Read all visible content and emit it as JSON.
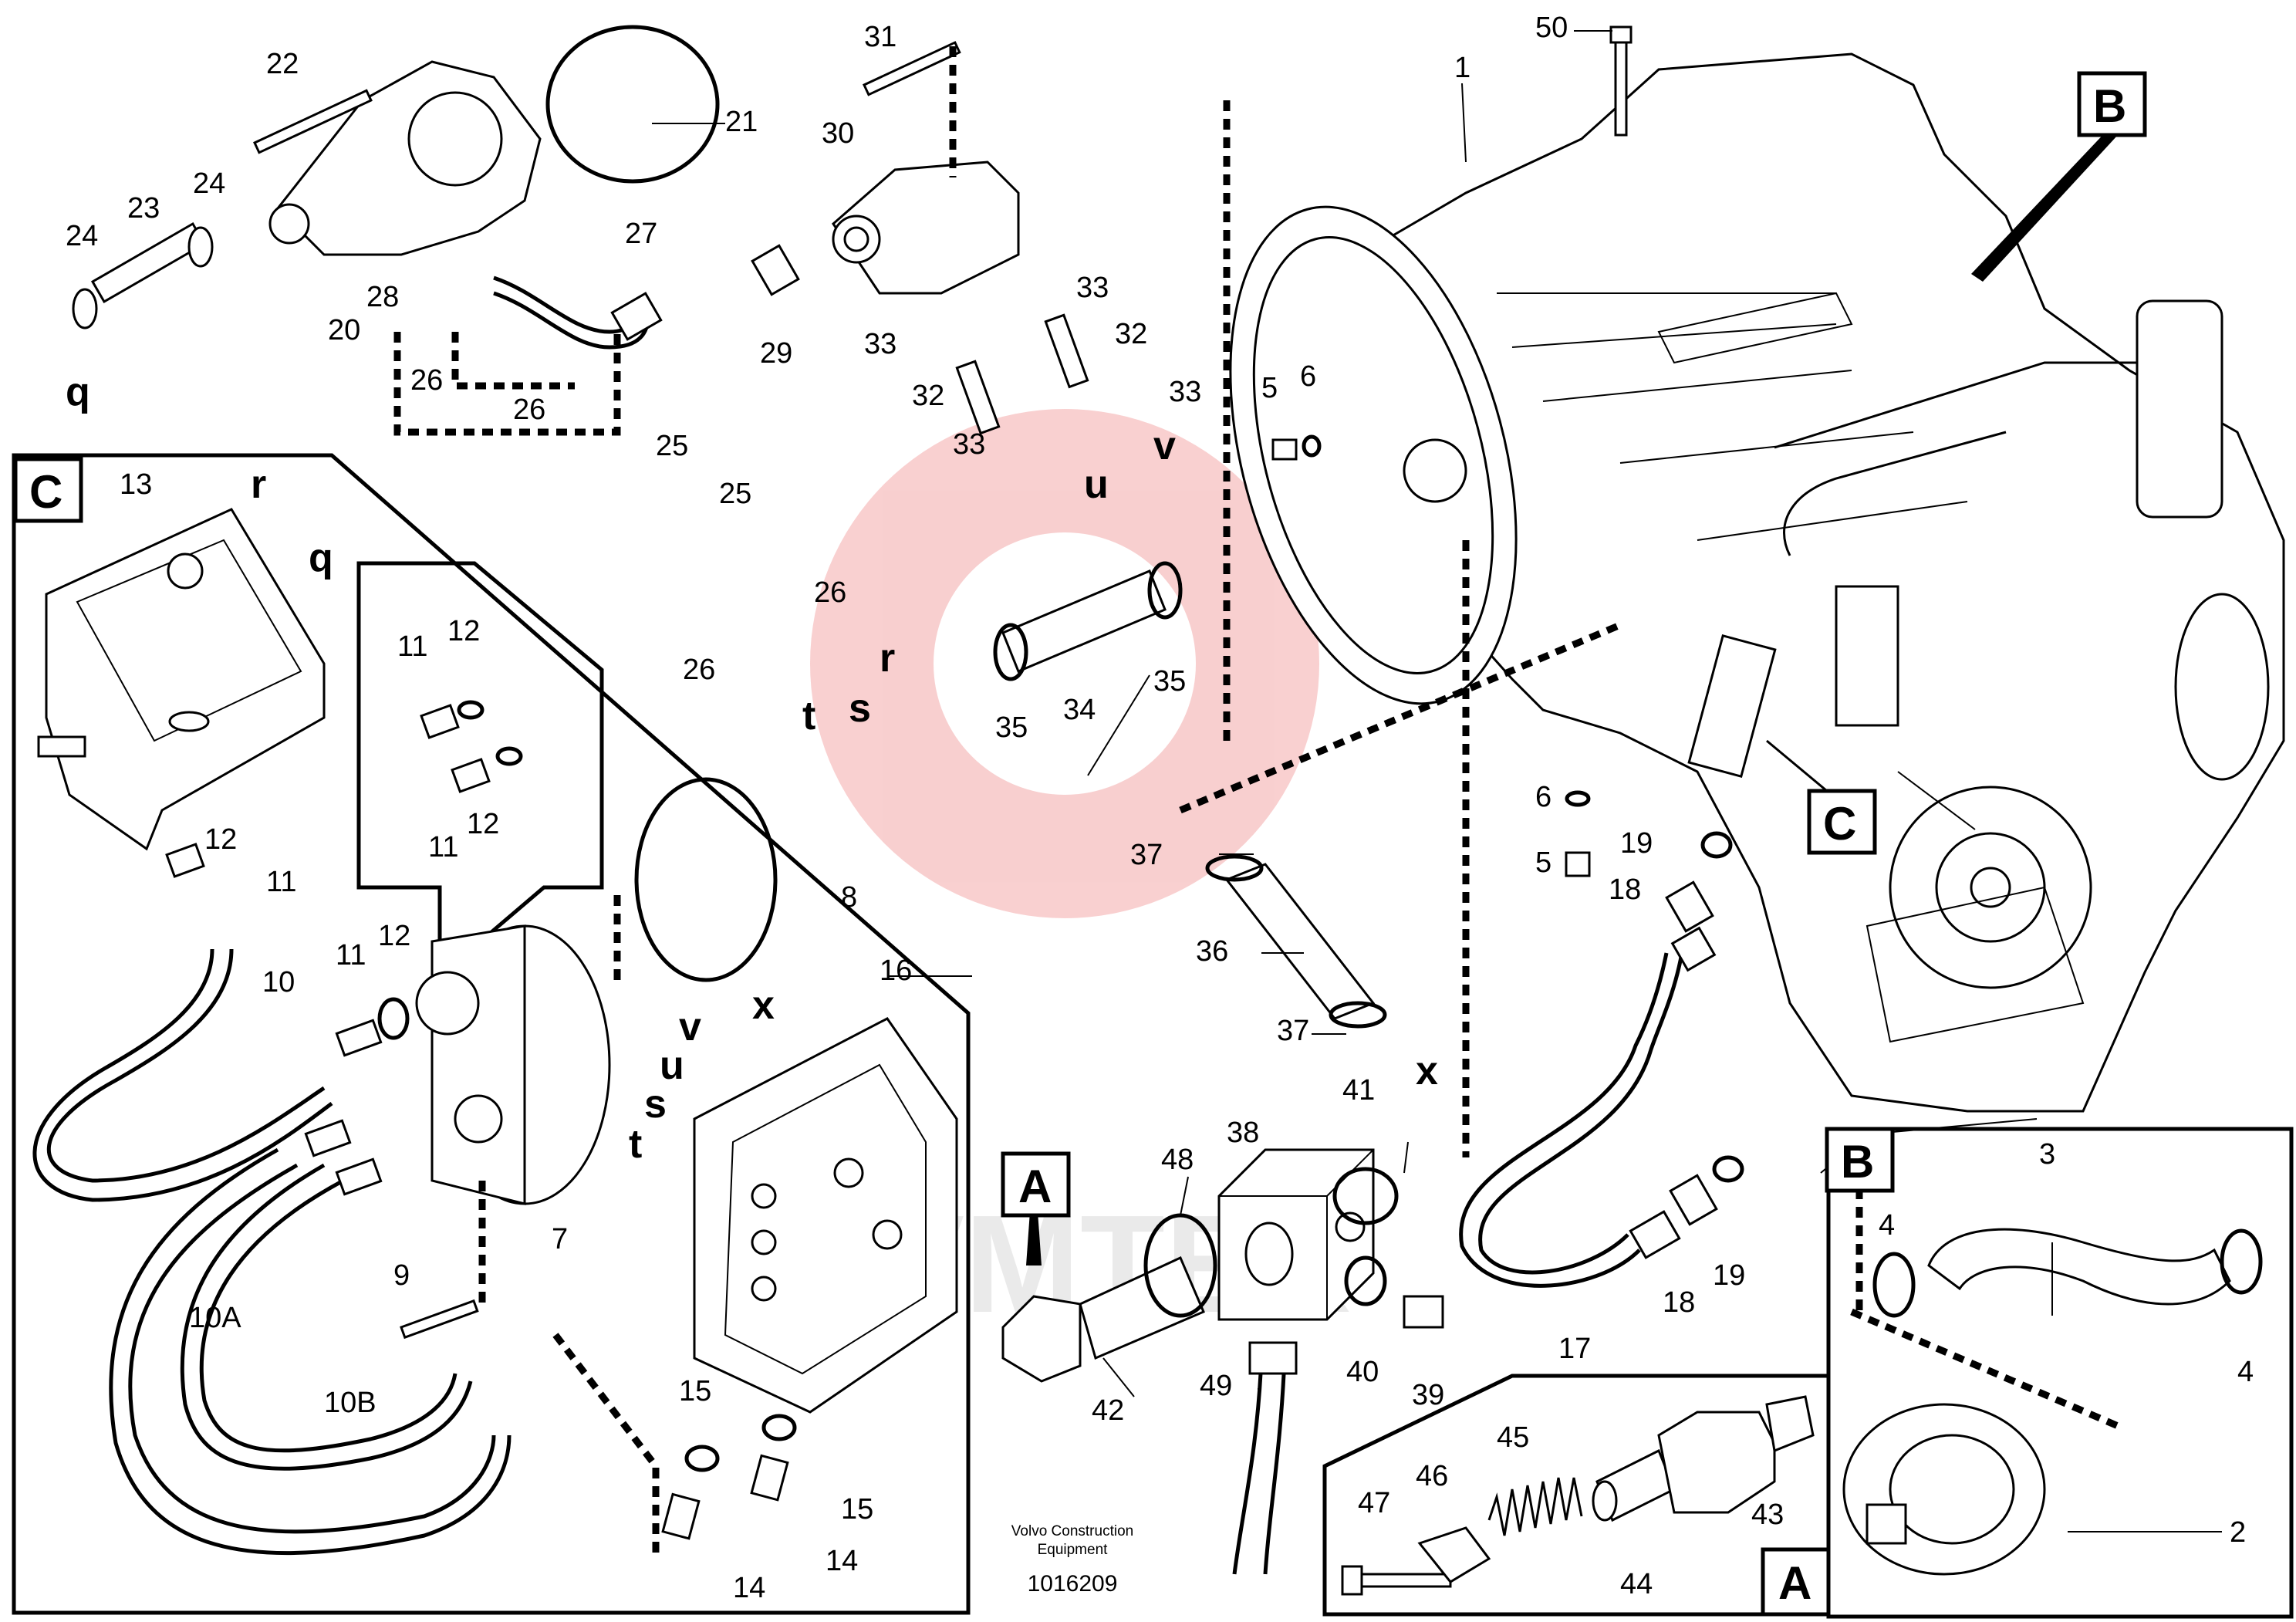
{
  "diagram": {
    "watermark_text": "VMTEX",
    "callouts": {
      "c1": "1",
      "c2": "2",
      "c3": "3",
      "c4a": "4",
      "c4b": "4",
      "c5a": "5",
      "c5b": "5",
      "c6a": "6",
      "c6b": "6",
      "c7": "7",
      "c8": "8",
      "c9": "9",
      "c10": "10",
      "c10a": "10A",
      "c10b": "10B",
      "c11a": "11",
      "c11b": "11",
      "c11c": "11",
      "c11d": "11",
      "c12a": "12",
      "c12b": "12",
      "c12c": "12",
      "c12d": "12",
      "c13": "13",
      "c14a": "14",
      "c14b": "14",
      "c15a": "15",
      "c15b": "15",
      "c16": "16",
      "c17": "17",
      "c18a": "18",
      "c18b": "18",
      "c19a": "19",
      "c19b": "19",
      "c20": "20",
      "c21": "21",
      "c22": "22",
      "c23": "23",
      "c24a": "24",
      "c24b": "24",
      "c25a": "25",
      "c25b": "25",
      "c26a": "26",
      "c26b": "26",
      "c26c": "26",
      "c26d": "26",
      "c27": "27",
      "c28": "28",
      "c29": "29",
      "c30": "30",
      "c31": "31",
      "c32a": "32",
      "c32b": "32",
      "c33a": "33",
      "c33b": "33",
      "c33c": "33",
      "c33d": "33",
      "c34": "34",
      "c35a": "35",
      "c35b": "35",
      "c36": "36",
      "c37a": "37",
      "c37b": "37",
      "c38": "38",
      "c39": "39",
      "c40": "40",
      "c41": "41",
      "c42": "42",
      "c43": "43",
      "c44": "44",
      "c45": "45",
      "c46": "46",
      "c47": "47",
      "c48": "48",
      "c49": "49",
      "c50": "50"
    },
    "connection_letters": {
      "q": "q",
      "r1": "r",
      "r2": "r",
      "q2": "q",
      "s1": "s",
      "s2": "s",
      "t1": "t",
      "t2": "t",
      "u1": "u",
      "u2": "u",
      "v1": "v",
      "v2": "v",
      "x1": "x",
      "x2": "x"
    },
    "detail_boxes": {
      "A1": "A",
      "A2": "A",
      "B1": "B",
      "B2": "B",
      "C1": "C",
      "C2": "C"
    },
    "footer": {
      "company_line1": "Volvo Construction",
      "company_line2": "Equipment",
      "document_number": "1016209"
    }
  }
}
